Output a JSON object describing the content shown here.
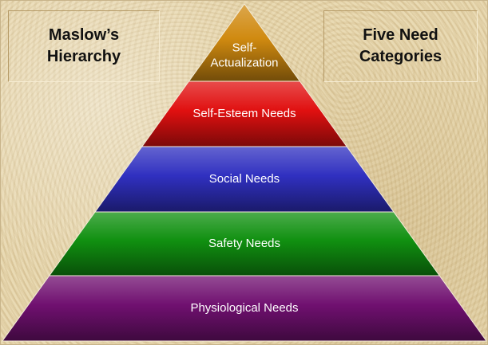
{
  "left_title": "Maslow’s\nHierarchy",
  "right_title": "Five Need\nCategories",
  "tiers": [
    {
      "label_lines": [
        "Self-",
        "Actualization"
      ],
      "color": "#d08a10"
    },
    {
      "label_lines": [
        "Self-Esteem Needs"
      ],
      "color": "#e01010"
    },
    {
      "label_lines": [
        "Social Needs"
      ],
      "color": "#3030c0"
    },
    {
      "label_lines": [
        "Safety Needs"
      ],
      "color": "#109010"
    },
    {
      "label_lines": [
        "Physiological Needs"
      ],
      "color": "#701070"
    }
  ]
}
